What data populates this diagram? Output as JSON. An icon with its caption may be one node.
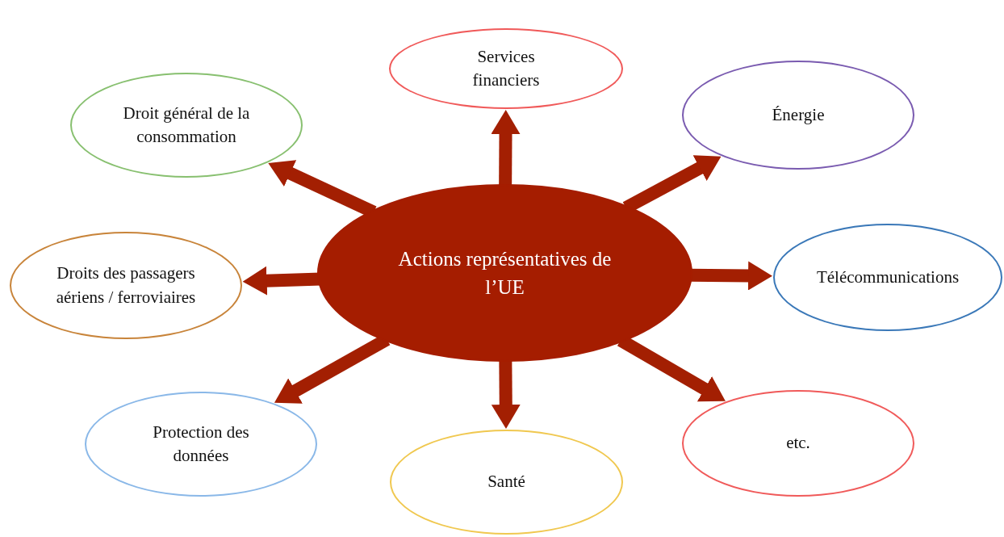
{
  "diagram": {
    "nodes": [
      {
        "text": [
          "Actions représentatives de l’UE"
        ]
      },
      {
        "text": [
          "Services financiers"
        ]
      },
      {
        "text": [
          "Énergie"
        ]
      },
      {
        "text": [
          "Télécommunications"
        ]
      },
      {
        "text": [
          "etc."
        ]
      },
      {
        "text": [
          "Santé"
        ]
      },
      {
        "text": [
          "Protection des données"
        ]
      },
      {
        "text": [
          "Droits des passagers aériens / ferroviaires"
        ]
      },
      {
        "text": [
          "Droit général de la consommation"
        ]
      }
    ],
    "edges": [
      {
        "from": 0,
        "to": 1,
        "arrow": "to"
      },
      {
        "from": 0,
        "to": 2,
        "arrow": "to"
      },
      {
        "from": 0,
        "to": 3,
        "arrow": "to"
      },
      {
        "from": 0,
        "to": 4,
        "arrow": "to"
      },
      {
        "from": 0,
        "to": 5,
        "arrow": "to"
      },
      {
        "from": 0,
        "to": 6,
        "arrow": "to"
      },
      {
        "from": 0,
        "to": 7,
        "arrow": "to"
      },
      {
        "from": 0,
        "to": 8,
        "arrow": "to"
      }
    ]
  }
}
